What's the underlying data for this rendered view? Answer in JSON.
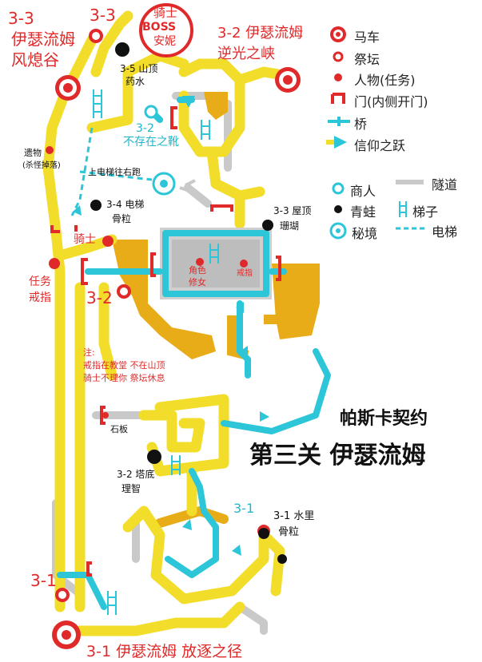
{
  "colors": {
    "yellow_path": "#f2dd2a",
    "orange_area": "#e8ac18",
    "gray_tunnel": "#c9c9c9",
    "cyan_bridge": "#2cc6d8",
    "red": "#e02a2a",
    "black": "#111111"
  },
  "title": {
    "line1": "帕斯卡契约",
    "line2": "第三关 伊瑟流姆"
  },
  "legend": {
    "carriage": "马车",
    "altar": "祭坛",
    "npc": "人物(任务)",
    "door": "门(内侧开门)",
    "bridge": "桥",
    "leap": "信仰之跃",
    "merchant": "商人",
    "tunnel": "隧道",
    "frog": "青蛙",
    "ladder": "梯子",
    "secret": "秘境",
    "elevator": "电梯"
  },
  "labels": {
    "l33a": "3-3",
    "l33b": "伊瑟流姆",
    "l33c": "风熄谷",
    "l33_top": "3-3",
    "boss1": "骑士",
    "boss2": "BOSS",
    "boss3": "安妮",
    "l32a": "3-2 伊瑟流姆",
    "l32b": "逆光之峡",
    "l35a": "3-5 山顶",
    "l35b": "药水",
    "l32_shoes_a": "3-2",
    "l32_shoes_b": "不存在之靴",
    "relic_a": "遗物",
    "relic_b": "(杀怪掉落)",
    "elevator_note": "上电梯往右跑",
    "l34a": "3-4 电梯",
    "l34b": "骨粒",
    "l33_roof_a": "3-3 屋顶",
    "l33_roof_b": "珊瑚",
    "knight": "骑士",
    "quest_a": "任务",
    "quest_b": "戒指",
    "nun_a": "角色",
    "nun_b": "修女",
    "ring": "戒指",
    "l32_mid": "3-2",
    "note_a": "注:",
    "note_b": "戒指在教堂 不在山顶",
    "note_c": "骑士不理你 祭坛休息",
    "slate": "石板",
    "l32_tower_a": "3-2 塔底",
    "l32_tower_b": "理智",
    "l31_cyan": "3-1",
    "l31_water_a": "3-1 水里",
    "l31_water_b": "骨粒",
    "l31_left": "3-1",
    "l31_bottom": "3-1 伊瑟流姆 放逐之径"
  }
}
